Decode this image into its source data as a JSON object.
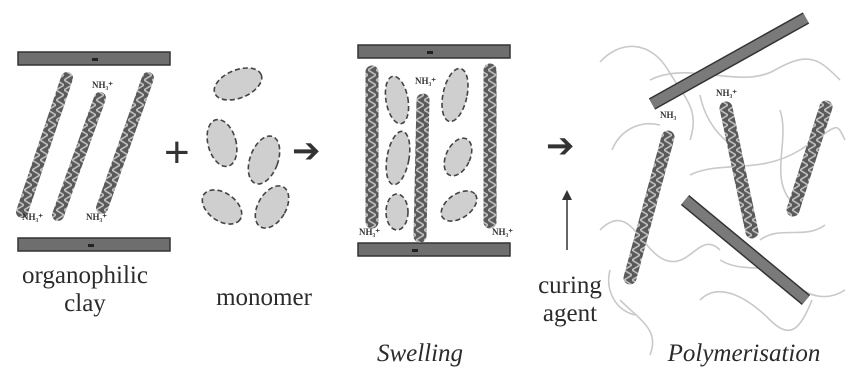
{
  "labels": {
    "clay": "organophilic\nclay",
    "monomer": "monomer",
    "swelling": "Swelling",
    "curing_agent": "curing\nagent",
    "polymerisation": "Polymerisation"
  },
  "symbols": {
    "plus": "+",
    "arrow1": "➔",
    "arrow2": "➔"
  },
  "ions": {
    "clay_top": "NH₃⁺",
    "clay_bottom_left": "NH₃⁺",
    "clay_bottom_mid": "NH₃⁺",
    "swell_top": "NH₃⁺",
    "swell_bottom_left": "NH₃⁺",
    "swell_bottom_right": "NH₃⁺",
    "poly_top_left": "NH₃",
    "poly_top_right": "NH₃⁺"
  },
  "colors": {
    "clay_plate": "#6e6e6e",
    "monomer_fill": "#cfcfcf",
    "chain": "#4a4a4a",
    "polymer_lines": "#c9c9c9"
  }
}
